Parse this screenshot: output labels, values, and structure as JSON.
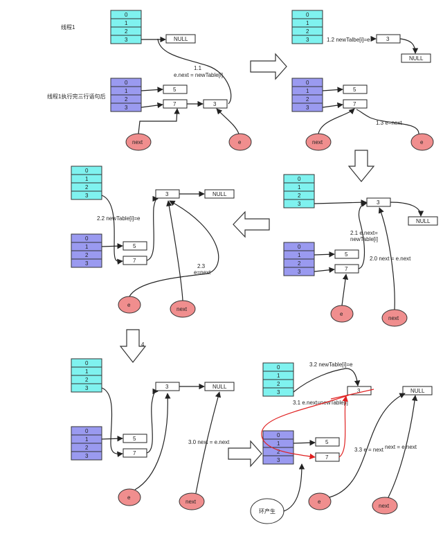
{
  "labels": {
    "thread1": "线程1",
    "thread1_after": "线程1执行完三行语句后",
    "step_1_1_a": "1.1",
    "step_1_1_b": "e.next = newTable[i]",
    "step_1_2": "1.2 newTalbe[i]=e",
    "step_1_3": "1.3 e=next",
    "step_2_0": "2.0 next = e.next",
    "step_2_1_a": "2.1 e.next=",
    "step_2_1_b": "newTable[i]",
    "step_2_2": "2.2 newTable[i]=e",
    "step_2_3_a": "2.3",
    "step_2_3_b": "e=next",
    "step_4": "4",
    "step_3_0": "3.0 next = e.next",
    "step_3_1": "3.1 e.next=newTable[i]",
    "step_3_2": "3.2 newTable[i]=e",
    "step_3_3": "3.3 e = next",
    "next_eq": "next = e.next",
    "cycle": "环产生"
  },
  "cells": [
    "0",
    "1",
    "2",
    "3"
  ],
  "nodes": {
    "null": "NULL",
    "n3": "3",
    "n5": "5",
    "n7": "7"
  },
  "bubbles": {
    "e": "e",
    "next": "next"
  },
  "colors": {
    "cyan": "#7ff2ef",
    "purple": "#9a9af0",
    "pink": "#f08e8e",
    "red": "#e02020"
  }
}
